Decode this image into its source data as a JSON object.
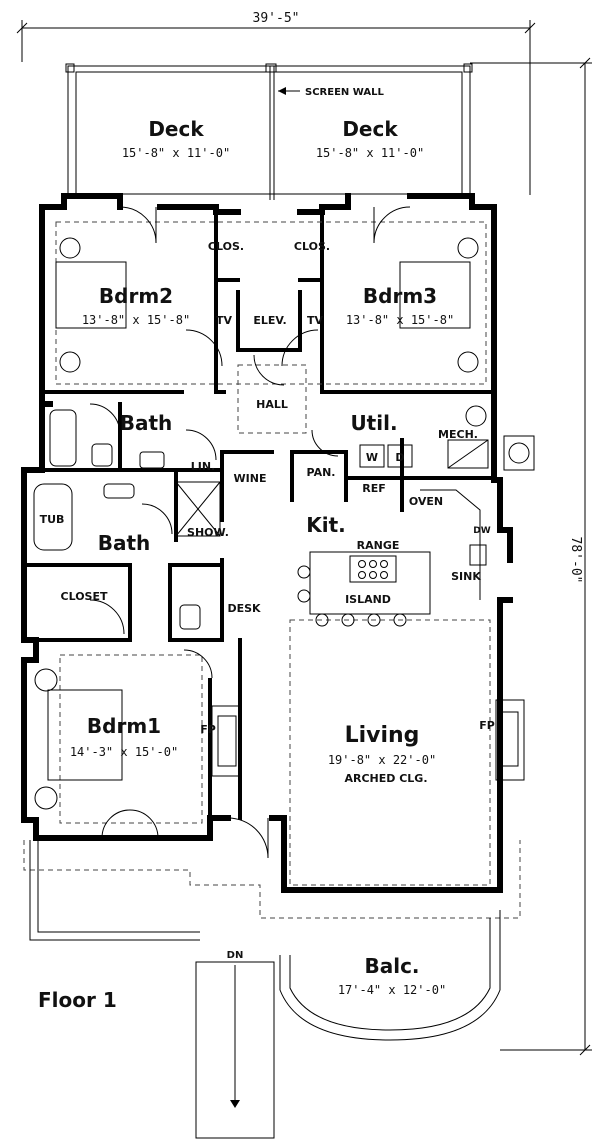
{
  "dimensions": {
    "overall_width": "39'-5\"",
    "overall_depth": "78'-0\""
  },
  "plan_title": "Floor 1",
  "callouts": {
    "screen_wall": "SCREEN WALL",
    "stair_down": "DN"
  },
  "rooms": {
    "deck_left": {
      "name": "Deck",
      "size": "15'-8\" x 11'-0\""
    },
    "deck_right": {
      "name": "Deck",
      "size": "15'-8\" x 11'-0\""
    },
    "bdrm2": {
      "name": "Bdrm2",
      "size": "13'-8\" x 15'-8\""
    },
    "bdrm3": {
      "name": "Bdrm3",
      "size": "13'-8\" x 15'-8\""
    },
    "bdrm1": {
      "name": "Bdrm1",
      "size": "14'-3\" x 15'-0\""
    },
    "living": {
      "name": "Living",
      "size": "19'-8\" x 22'-0\"",
      "note": "ARCHED CLG."
    },
    "balc": {
      "name": "Balc.",
      "size": "17'-4\" x 12'-0\""
    }
  },
  "labels": {
    "clos_left": "CLOS.",
    "clos_right": "CLOS.",
    "tv_left": "TV",
    "elev": "ELEV.",
    "tv_right": "TV",
    "hall": "HALL",
    "bath_upper": "Bath",
    "util": "Util.",
    "mech": "MECH.",
    "lin": "LIN.",
    "wine": "WINE",
    "pan": "PAN.",
    "washer": "W",
    "dryer": "D",
    "ref": "REF",
    "oven": "OVEN",
    "dw": "DW",
    "tub": "TUB",
    "bath_lower": "Bath",
    "show": "SHOW.",
    "kit": "Kit.",
    "range": "RANGE",
    "island": "ISLAND",
    "sink": "SINK",
    "closet": "CLOSET",
    "desk": "DESK",
    "fp_left": "FP",
    "fp_right": "FP"
  }
}
